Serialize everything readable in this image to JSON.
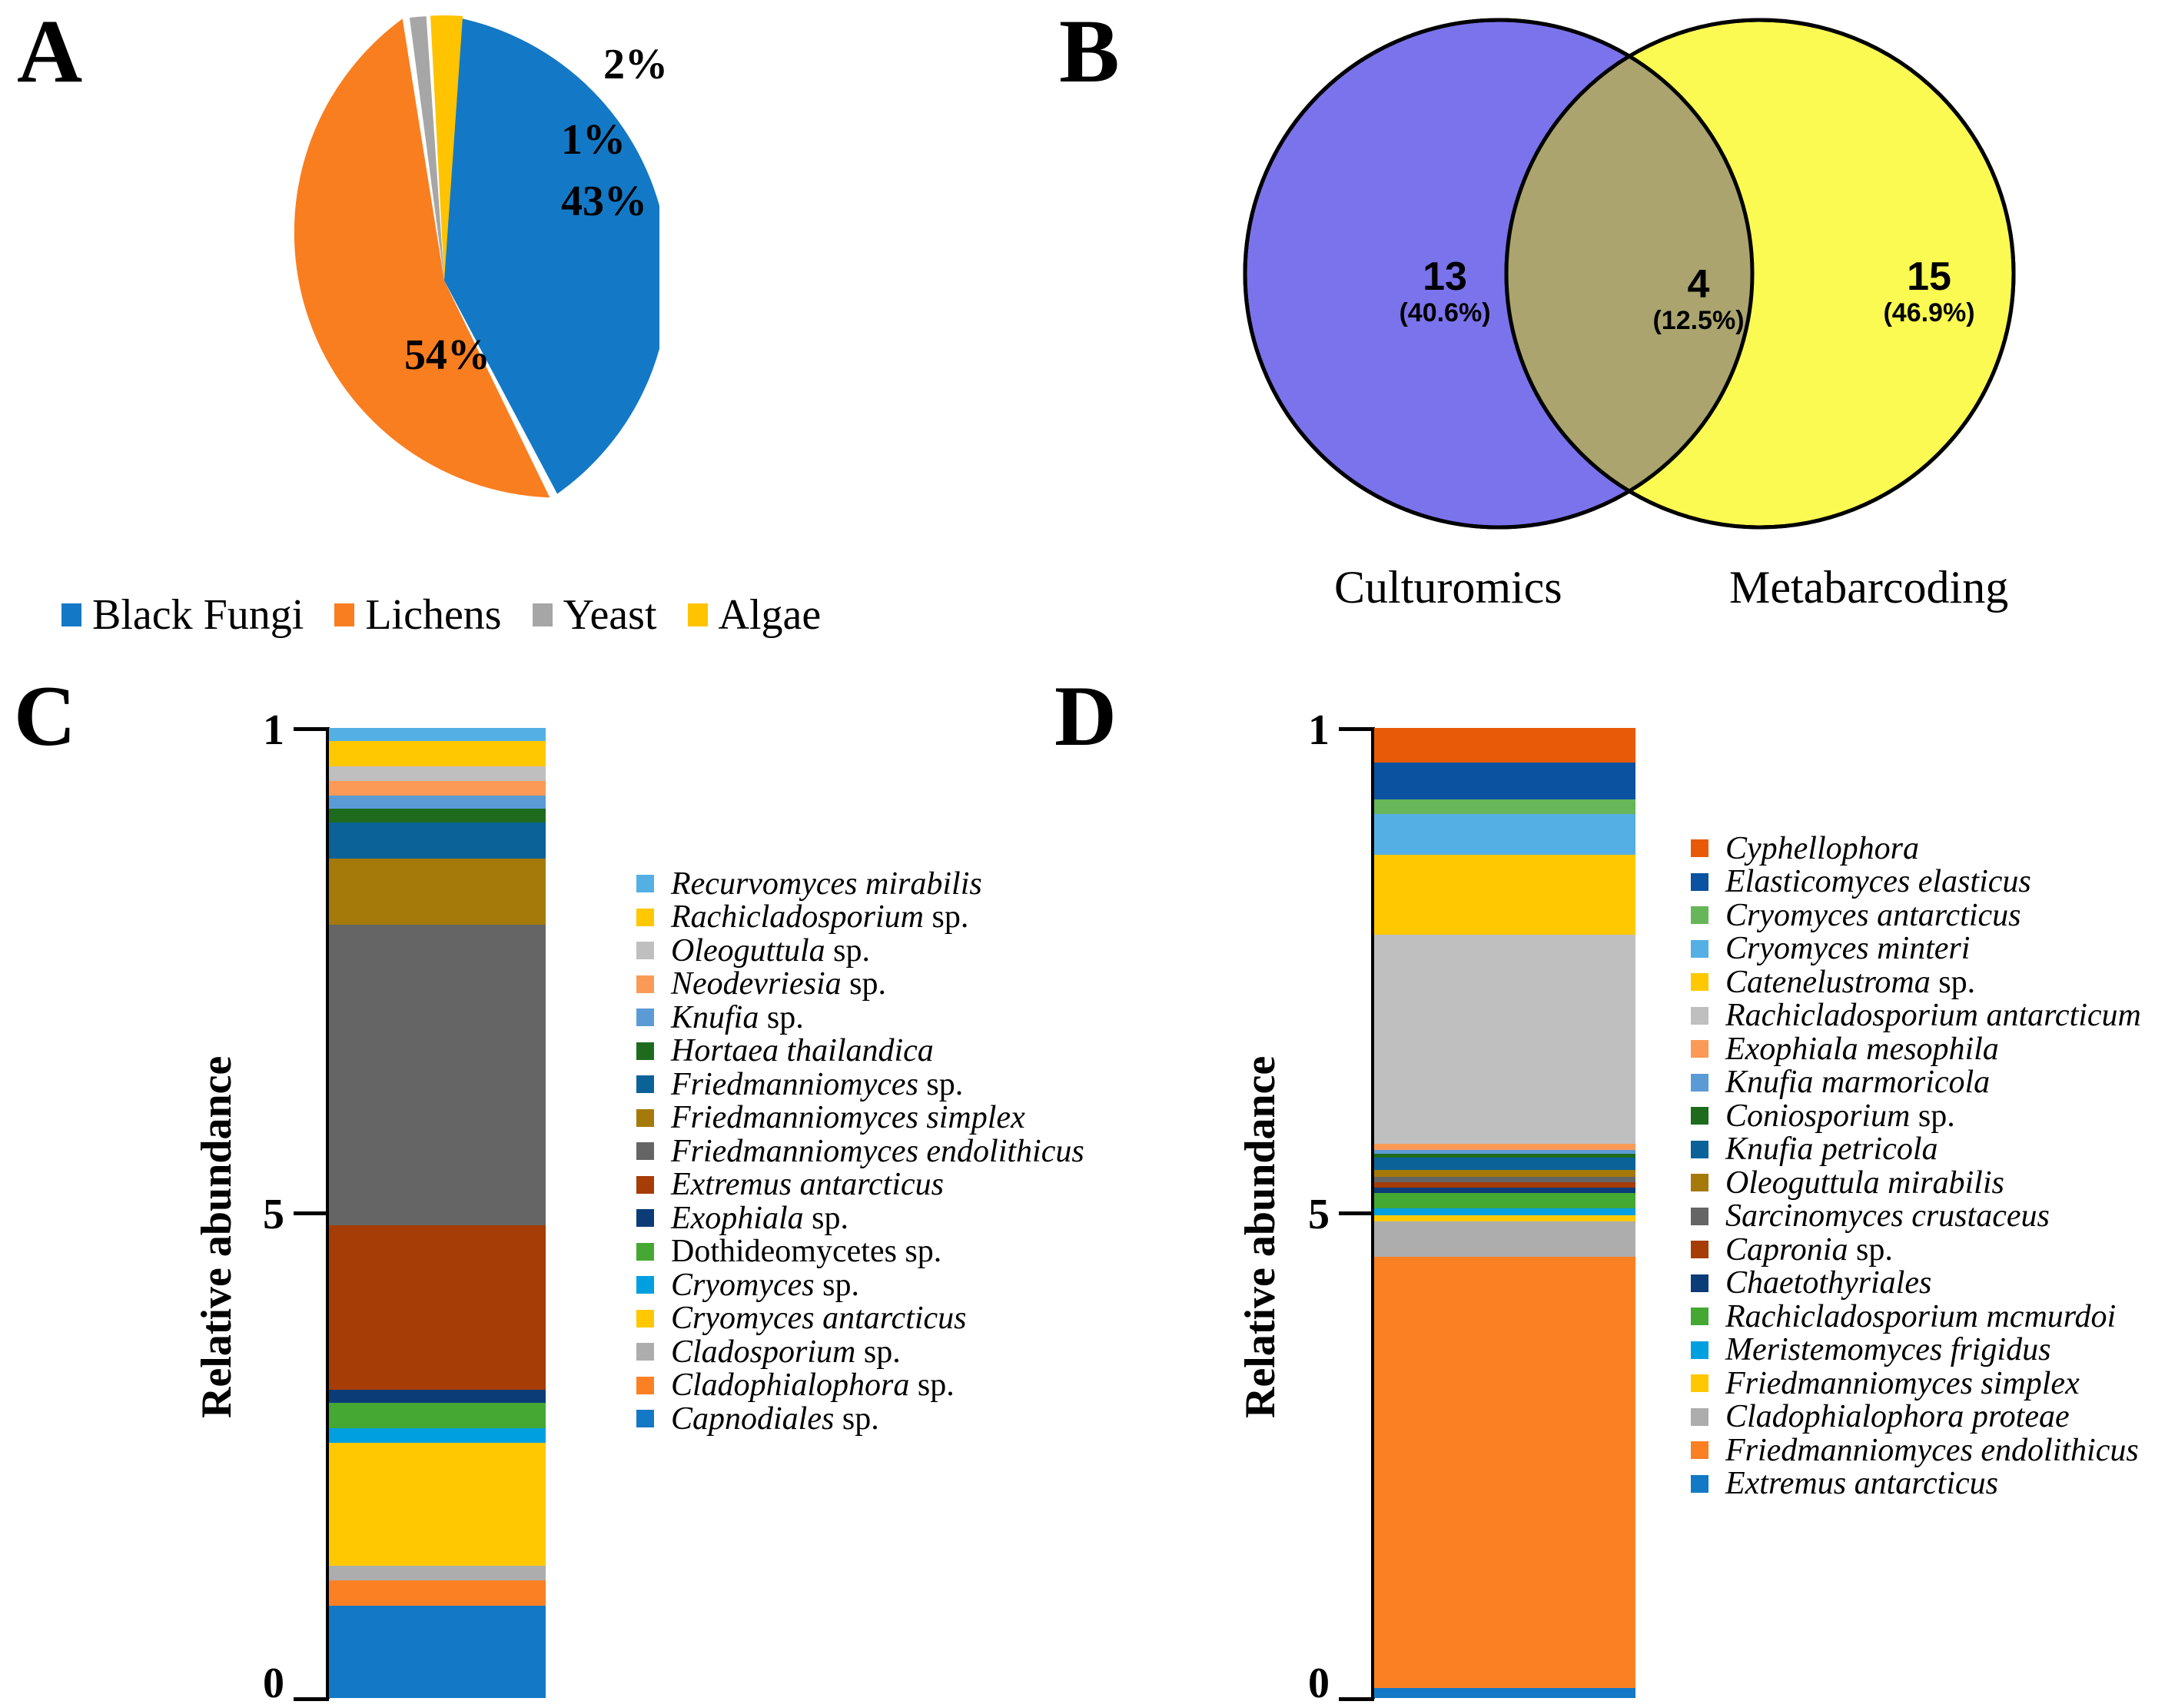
{
  "panels": {
    "a_letter": "A",
    "b_letter": "B",
    "c_letter": "C",
    "d_letter": "D"
  },
  "axis": {
    "relative_abundance": "Relative abundance",
    "ticks_c": [
      "1",
      "5",
      "0"
    ],
    "ticks_d": [
      "1",
      "5",
      "0"
    ]
  },
  "chart_data": [
    {
      "type": "pie",
      "title": "",
      "panel": "A",
      "categories": [
        "Black Fungi",
        "Lichens",
        "Yeast",
        "Algae"
      ],
      "values": [
        43,
        54,
        1,
        2
      ],
      "value_labels": [
        "43%",
        "54%",
        "1%",
        "2%"
      ],
      "colors": [
        "#1379C6",
        "#F97E20",
        "#A6A6A6",
        "#FFC300"
      ],
      "legend_position": "bottom",
      "legend": [
        {
          "label": "Black Fungi",
          "color": "#1379C6"
        },
        {
          "label": "Lichens",
          "color": "#F97E20"
        },
        {
          "label": "Yeast",
          "color": "#A6A6A6"
        },
        {
          "label": "Algae",
          "color": "#FFC300"
        }
      ]
    },
    {
      "type": "venn",
      "panel": "B",
      "sets": [
        {
          "name": "Culturomics",
          "count": "13",
          "percent": "(40.6%)",
          "color": "#7B73EC"
        },
        {
          "name": "Metabarcoding",
          "count": "15",
          "percent": "(46.9%)",
          "color": "#FAFA52"
        }
      ],
      "intersection": {
        "count": "4",
        "percent": "(12.5%)",
        "color": "#ABA46E"
      },
      "labels": [
        "Culturomics",
        "Metabarcoding"
      ]
    },
    {
      "type": "bar",
      "panel": "C",
      "stacked": true,
      "categories": [
        "Culturomics"
      ],
      "ylabel": "Relative abundance",
      "ylim": [
        0,
        1
      ],
      "ytick_labels": [
        "1",
        "5",
        "0"
      ],
      "grid": false,
      "legend_position": "right",
      "series": [
        {
          "name": "Recurvomyces mirabilis",
          "italic": true,
          "suffix": "",
          "color": "#54B0E4",
          "value": 0.0145
        },
        {
          "name": "Rachicladosporium",
          "italic": true,
          "suffix": " sp.",
          "color": "#FFC800",
          "value": 0.0275
        },
        {
          "name": "Oleoguttula",
          "italic": true,
          "suffix": " sp.",
          "color": "#BFBFBF",
          "value": 0.0155
        },
        {
          "name": "Neodevriesia",
          "italic": true,
          "suffix": " sp.",
          "color": "#FB9A56",
          "value": 0.0155
        },
        {
          "name": "Knufia",
          "italic": true,
          "suffix": " sp.",
          "color": "#5B9BD5",
          "value": 0.0145
        },
        {
          "name": "Hortaea thailandica",
          "italic": true,
          "suffix": "",
          "color": "#1E6B1E",
          "value": 0.0145
        },
        {
          "name": "Friedmanniomyces",
          "italic": true,
          "suffix": " sp.",
          "color": "#0B6298",
          "value": 0.0395
        },
        {
          "name": "Friedmanniomyces simplex",
          "italic": true,
          "suffix": "",
          "color": "#A5790A",
          "value": 0.0715
        },
        {
          "name": "Friedmanniomyces endolithicus",
          "italic": true,
          "suffix": "",
          "color": "#656565",
          "value": 0.3255
        },
        {
          "name": "Extremus antarcticus",
          "italic": true,
          "suffix": "",
          "color": "#A63C06",
          "value": 0.1775
        },
        {
          "name": "Exophiala",
          "italic": true,
          "suffix": " sp.",
          "color": "#0B3C78",
          "value": 0.0145
        },
        {
          "name": "Dothideomycetes sp.",
          "italic": false,
          "suffix": "",
          "color": "#44A833",
          "value": 0.0275
        },
        {
          "name": "Cryomyces",
          "italic": true,
          "suffix": " sp.",
          "color": "#00A0E0",
          "value": 0.0155
        },
        {
          "name": "Cryomyces antarcticus",
          "italic": true,
          "suffix": "",
          "color": "#FFC800",
          "value": 0.1335
        },
        {
          "name": "Cladosporium",
          "italic": true,
          "suffix": " sp.",
          "color": "#ADADAD",
          "value": 0.0155
        },
        {
          "name": "Cladophialophora",
          "italic": true,
          "suffix": " sp.",
          "color": "#FB8024",
          "value": 0.0275
        },
        {
          "name": "Capnodiales",
          "italic": true,
          "suffix": " sp.",
          "color": "#1379C6",
          "value": 0.1
        }
      ]
    },
    {
      "type": "bar",
      "panel": "D",
      "stacked": true,
      "categories": [
        "Metabarcoding"
      ],
      "ylabel": "Relative abundance",
      "ylim": [
        0,
        1
      ],
      "ytick_labels": [
        "1",
        "5",
        "0"
      ],
      "grid": false,
      "legend_position": "right",
      "series": [
        {
          "name": "Cyphellophora",
          "italic": true,
          "suffix": "",
          "color": "#E85A08",
          "value": 0.0355
        },
        {
          "name": "Elasticomyces elasticus",
          "italic": true,
          "suffix": "",
          "color": "#0B52A0",
          "value": 0.0385
        },
        {
          "name": "Cryomyces antarcticus",
          "italic": true,
          "suffix": "",
          "color": "#67B659",
          "value": 0.0145
        },
        {
          "name": "Cryomyces minteri",
          "italic": true,
          "suffix": "",
          "color": "#54B0E4",
          "value": 0.0425
        },
        {
          "name": "Catenelustroma",
          "italic": true,
          "suffix": " sp.",
          "color": "#FFC800",
          "value": 0.0825
        },
        {
          "name": "Rachicladosporium antarcticum",
          "italic": true,
          "suffix": "",
          "color": "#BFBFBF",
          "value": 0.215
        },
        {
          "name": "Exophiala mesophila",
          "italic": true,
          "suffix": "",
          "color": "#FB9A56",
          "value": 0.0065
        },
        {
          "name": "Knufia marmoricola",
          "italic": true,
          "suffix": "",
          "color": "#5B9BD5",
          "value": 0.004
        },
        {
          "name": "Coniosporium",
          "italic": true,
          "suffix": " sp.",
          "color": "#1E6B1E",
          "value": 0.004
        },
        {
          "name": "Knufia petricola",
          "italic": true,
          "suffix": "",
          "color": "#0B6298",
          "value": 0.0125
        },
        {
          "name": "Oleoguttula mirabilis",
          "italic": true,
          "suffix": "",
          "color": "#A5790A",
          "value": 0.0075
        },
        {
          "name": "Sarcinomyces crustaceus",
          "italic": true,
          "suffix": "",
          "color": "#656565",
          "value": 0.0055
        },
        {
          "name": "Capronia",
          "italic": true,
          "suffix": " sp.",
          "color": "#A63C06",
          "value": 0.005
        },
        {
          "name": "Chaetothyriales",
          "italic": true,
          "suffix": "",
          "color": "#0B3C78",
          "value": 0.0055
        },
        {
          "name": "Rachicladosporium mcmurdoi",
          "italic": true,
          "suffix": "",
          "color": "#44A833",
          "value": 0.016
        },
        {
          "name": "Meristemomyces frigidus",
          "italic": true,
          "suffix": "",
          "color": "#00A0E0",
          "value": 0.0075
        },
        {
          "name": "Friedmanniomyces simplex",
          "italic": true,
          "suffix": "",
          "color": "#FFC800",
          "value": 0.0065
        },
        {
          "name": "Cladophialophora proteae",
          "italic": true,
          "suffix": "",
          "color": "#ADADAD",
          "value": 0.0365
        },
        {
          "name": "Friedmanniomyces endolithicus",
          "italic": true,
          "suffix": "",
          "color": "#FB8024",
          "value": 0.444
        },
        {
          "name": "Extremus antarcticus",
          "italic": true,
          "suffix": "",
          "color": "#1379C6",
          "value": 0.0105
        }
      ]
    }
  ]
}
